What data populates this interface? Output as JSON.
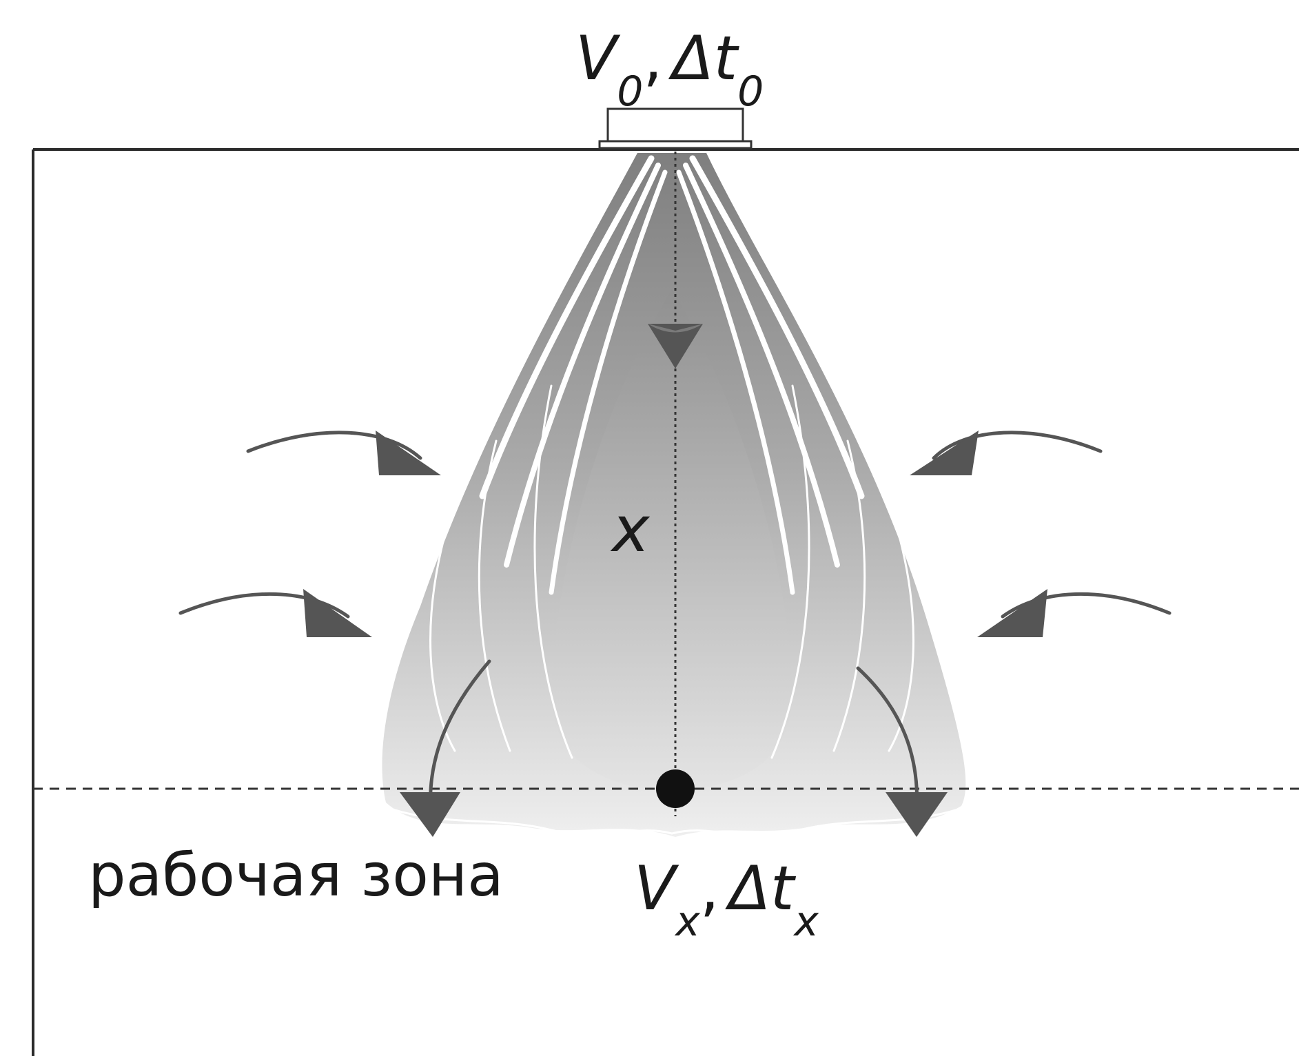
{
  "labels": {
    "top_v": "V",
    "top_v_sub": "0",
    "top_sep": ",",
    "top_dt": "Δt",
    "top_dt_sub": "0",
    "axis_x": "x",
    "zone": "рабочая зона",
    "bottom_v": "V",
    "bottom_v_sub": "x",
    "bottom_sep": ",",
    "bottom_dt": "Δt",
    "bottom_dt_sub": "x"
  },
  "colors": {
    "line": "#333333",
    "arrow": "#555555",
    "jet_dark": "#8c8c8c",
    "jet_light": "#e6e6e6",
    "point": "#111111"
  }
}
